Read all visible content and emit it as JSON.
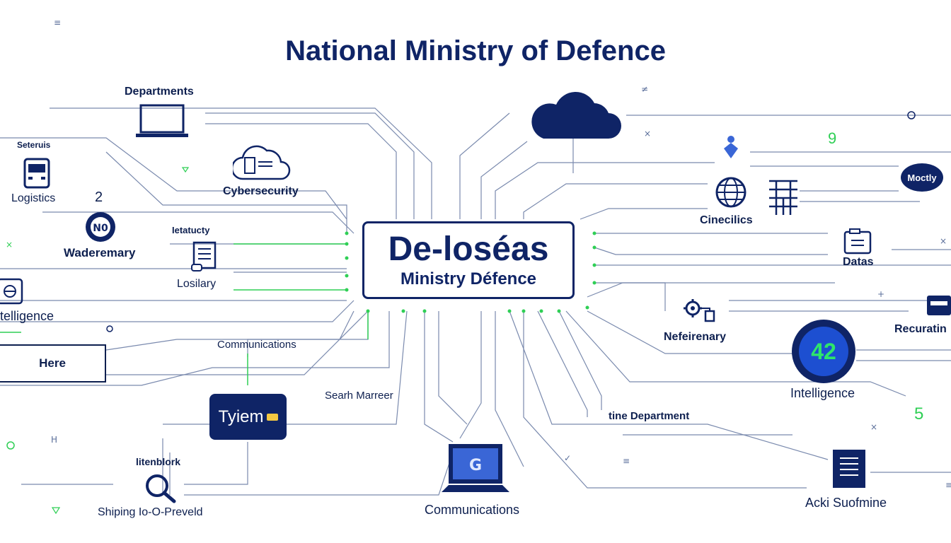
{
  "title": "National Ministry of Defence",
  "center": {
    "main": "De-loséas",
    "sub": "Ministry Défence"
  },
  "labels": {
    "departments": "Departments",
    "seteruis": "Seteruis",
    "logistics": "Logistics",
    "num2": "2",
    "wadermary": "Waderemary",
    "intelligence_left": "telligence",
    "cybersecurity": "Cybersecurity",
    "ietatucty": "Ietatucty",
    "losilary": "Losilary",
    "communications_small": "Communications",
    "here": "Here",
    "tyiem": "Tyiem",
    "searh": "Searh Marreer",
    "litenblork": "litenblork",
    "shiping": "Shiping Io-O-Preveld",
    "communications_bottom": "Communications",
    "num9": "9",
    "cinecilics": "Cinecilics",
    "mostly": "Moctly",
    "datas": "Datas",
    "nefeirenary": "Nefeirenary",
    "recurating": "Recuratin",
    "badge": "42",
    "intelligence_right": "Intelligence",
    "num5": "5",
    "tine_department": "tine Department",
    "acki": "Acki Suofmine"
  },
  "colors": {
    "navy": "#0f2466",
    "green": "#2fcf55",
    "line": "#5a6e9a"
  }
}
